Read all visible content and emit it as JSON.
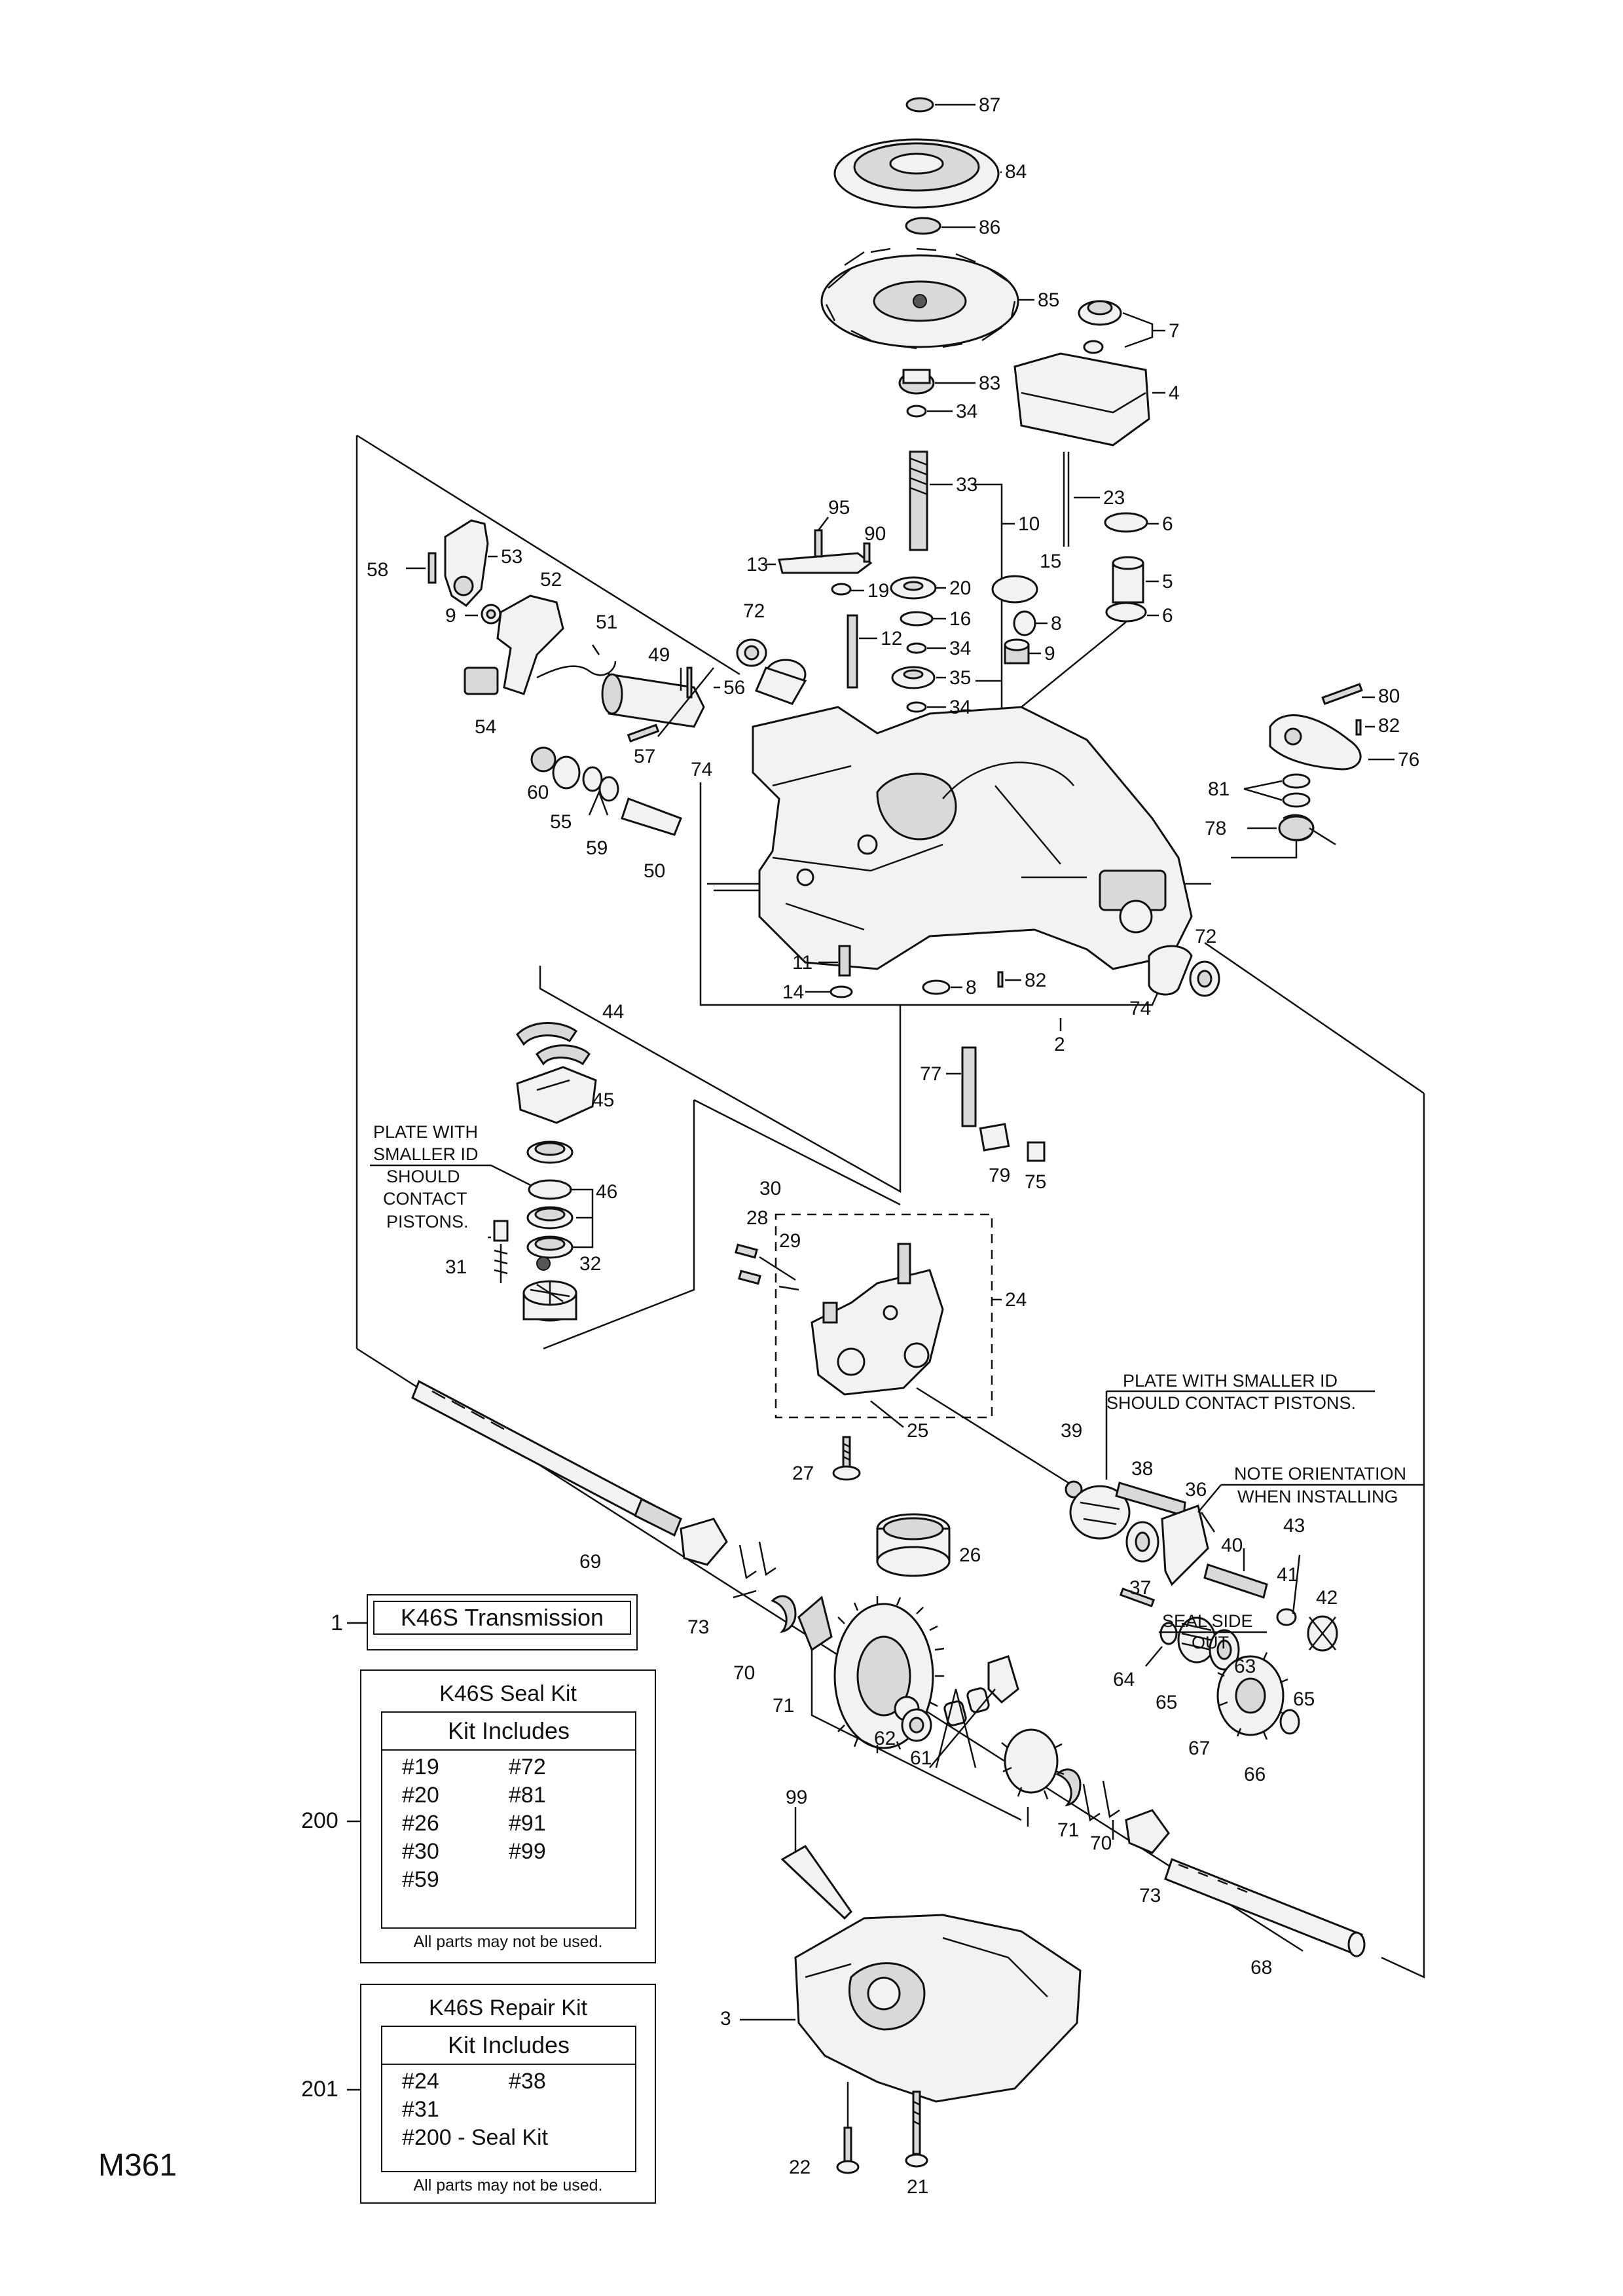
{
  "sheet_id": "M361",
  "part_labels": {
    "p87": "87",
    "p84": "84",
    "p86": "86",
    "p85": "85",
    "p7": "7",
    "p83": "83",
    "p34a": "34",
    "p4": "4",
    "p33": "33",
    "p23": "23",
    "p6a": "6",
    "p95": "95",
    "p90": "90",
    "p10": "10",
    "p15": "15",
    "p5": "5",
    "p13": "13",
    "p19": "19",
    "p20": "20",
    "p6b": "6",
    "p58": "58",
    "p53": "53",
    "p52": "52",
    "p72a": "72",
    "p16": "16",
    "p8a": "8",
    "p12": "12",
    "p34b": "34",
    "p9a": "9",
    "p9b": "9",
    "p51": "51",
    "p49": "49",
    "p56": "56",
    "p35": "35",
    "p34c": "34",
    "p54": "54",
    "p57": "57",
    "p74a": "74",
    "p80": "80",
    "p82a": "82",
    "p76": "76",
    "p60": "60",
    "p81": "81",
    "p55": "55",
    "p59": "59",
    "p50": "50",
    "p78": "78",
    "p72b": "72",
    "p11": "11",
    "p14": "14",
    "p8b": "8",
    "p82b": "82",
    "p74b": "74",
    "p2": "2",
    "p44": "44",
    "p45": "45",
    "p77": "77",
    "p46": "46",
    "p79": "79",
    "p75": "75",
    "p30": "30",
    "p28": "28",
    "p29": "29",
    "p31": "31",
    "p32": "32",
    "p24": "24",
    "p25": "25",
    "p39": "39",
    "p38": "38",
    "p36": "36",
    "p27": "27",
    "p43": "43",
    "p40": "40",
    "p69": "69",
    "p26": "26",
    "p41": "41",
    "p37": "37",
    "p42": "42",
    "p73a": "73",
    "p70a": "70",
    "p71a": "71",
    "p64": "64",
    "p65a": "65",
    "p63": "63",
    "p65b": "65",
    "p67": "67",
    "p62": "62",
    "p66": "66",
    "p61": "61",
    "p99": "99",
    "p71b": "71",
    "p70b": "70",
    "p73b": "73",
    "p68": "68",
    "p3": "3",
    "p22": "22",
    "p21": "21"
  },
  "notes": {
    "plate_left": [
      "PLATE WITH",
      "SMALLER ID",
      "SHOULD",
      "CONTACT",
      "PISTONS."
    ],
    "plate_right": [
      "PLATE WITH SMALLER ID",
      "SHOULD CONTACT PISTONS."
    ],
    "orientation": [
      "NOTE ORIENTATION",
      "WHEN INSTALLING"
    ],
    "seal_side": [
      "SEAL SIDE",
      "OUT"
    ]
  },
  "transmission": {
    "ref": "1",
    "name": "K46S Transmission"
  },
  "seal_kit": {
    "ref": "200",
    "title": "K46S Seal Kit",
    "includes_label": "Kit Includes",
    "left": [
      "#19",
      "#20",
      "#26",
      "#30",
      "#59"
    ],
    "right": [
      "#72",
      "#81",
      "#91",
      "#99",
      ""
    ],
    "footnote": "All parts may not be used."
  },
  "repair_kit": {
    "ref": "201",
    "title": "K46S Repair Kit",
    "includes_label": "Kit Includes",
    "left": [
      "#24",
      "#31",
      "#200 - Seal Kit"
    ],
    "right": [
      "#38",
      "",
      ""
    ],
    "footnote": "All parts may not be used."
  }
}
